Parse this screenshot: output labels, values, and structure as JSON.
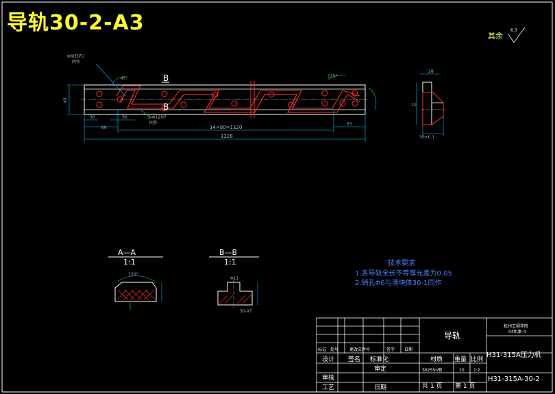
{
  "title": "导轨30-2-A3",
  "colors": {
    "background": "#000000",
    "title": "#ffff33",
    "outline": "#ffffff",
    "dimension": "#00c8ff",
    "hatch": "#ff3030",
    "part": "#ff3030",
    "note": "#4d7dff"
  },
  "roughness": {
    "label": "其余",
    "value": "6.3"
  },
  "main_view": {
    "hole_callout": "Φ8(铰孔)",
    "hole_callout_note": "同作",
    "hole_callout2": "2-Φ12H7",
    "hole_callout2_note": "同作",
    "section_marker_b": "B",
    "dimensions": {
      "height": "45",
      "left_offset": "30",
      "left_offset2": "36",
      "left_pos": "60",
      "pitch": "14×80=1120",
      "total": "1228",
      "right_offset": "53",
      "angle_left": "45°",
      "angle_right": "135°"
    }
  },
  "side_view": {
    "top_dim": "28",
    "left_dim": "10",
    "bottom_dim": "30±0.1"
  },
  "section_a": {
    "label": "A—A",
    "scale": "1:1",
    "angle": "120°"
  },
  "section_b": {
    "label": "B—B",
    "scale": "1:1",
    "dim_top": "Φ11",
    "dim_bottom": "30-97"
  },
  "technical_requirements": {
    "heading": "技术要求",
    "items": [
      "1.各导轨全长不等厚允差为0.05",
      "2.销孔Φ6与滑块体30-1同作"
    ]
  },
  "title_block": {
    "part_name": "导轨",
    "school": "杭州工程学院",
    "school_sub": "04机本-4",
    "machine": "H31-315A压力机",
    "drawing_no": "H31-315A-30-2",
    "material_label": "材质",
    "weight_label": "重量",
    "scale_label": "比例",
    "material_value": "S025Sn钢",
    "weight_value": "10",
    "scale_value": "1:2",
    "sheets_total": "共  1 页",
    "sheet_no": "第  1 页",
    "rows": {
      "mark": "标记",
      "count": "处号",
      "doc": "更改文件号",
      "sign": "签字",
      "date": "日期",
      "design": "设计",
      "check1": "签名",
      "standard": "标准化",
      "approve": "审定",
      "review": "审核",
      "process": "工艺",
      "date2": "日期"
    }
  }
}
